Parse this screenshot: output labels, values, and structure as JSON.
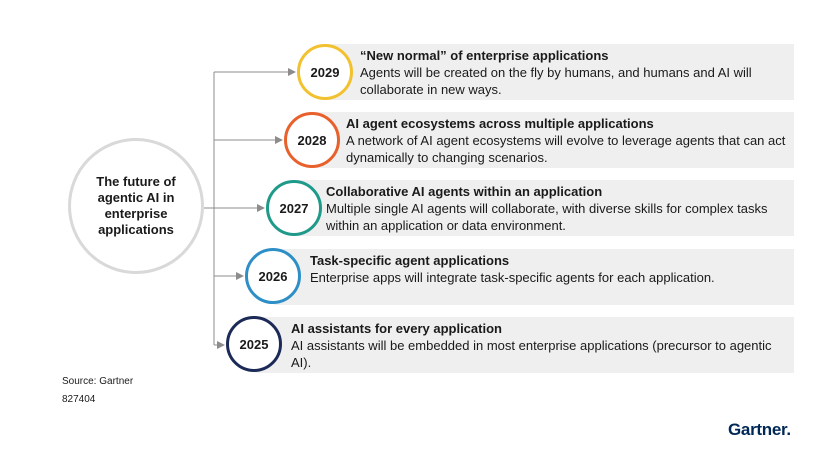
{
  "hub": {
    "label": "The future of agentic AI in enterprise applications"
  },
  "milestones": [
    {
      "year": "2029",
      "color": "#f2c12e",
      "title": "“New normal” of enterprise applications",
      "desc": "Agents will be created on the fly by humans, and humans and AI will collaborate in new ways."
    },
    {
      "year": "2028",
      "color": "#e8612c",
      "title": "AI agent ecosystems across multiple applications",
      "desc": "A network of AI agent ecosystems will evolve to leverage agents that can act dynamically to changing scenarios."
    },
    {
      "year": "2027",
      "color": "#1f9a8a",
      "title": "Collaborative AI agents within an application",
      "desc": "Multiple single AI agents will collaborate, with diverse skills for complex tasks within an application or data environment."
    },
    {
      "year": "2026",
      "color": "#2e8fc6",
      "title": "Task-specific agent applications",
      "desc": "Enterprise apps will integrate task-specific agents for each application."
    },
    {
      "year": "2025",
      "color": "#1b2a56",
      "title": "AI assistants for every application",
      "desc": "AI assistants will be embedded in most enterprise applications (precursor to agentic AI)."
    }
  ],
  "footer": {
    "source": "Source: Gartner",
    "id": "827404",
    "logo": "Gartner"
  },
  "colors": {
    "connector": "#8c8c8c",
    "panel": "#efefef",
    "hub_border": "#d9d9d9"
  }
}
